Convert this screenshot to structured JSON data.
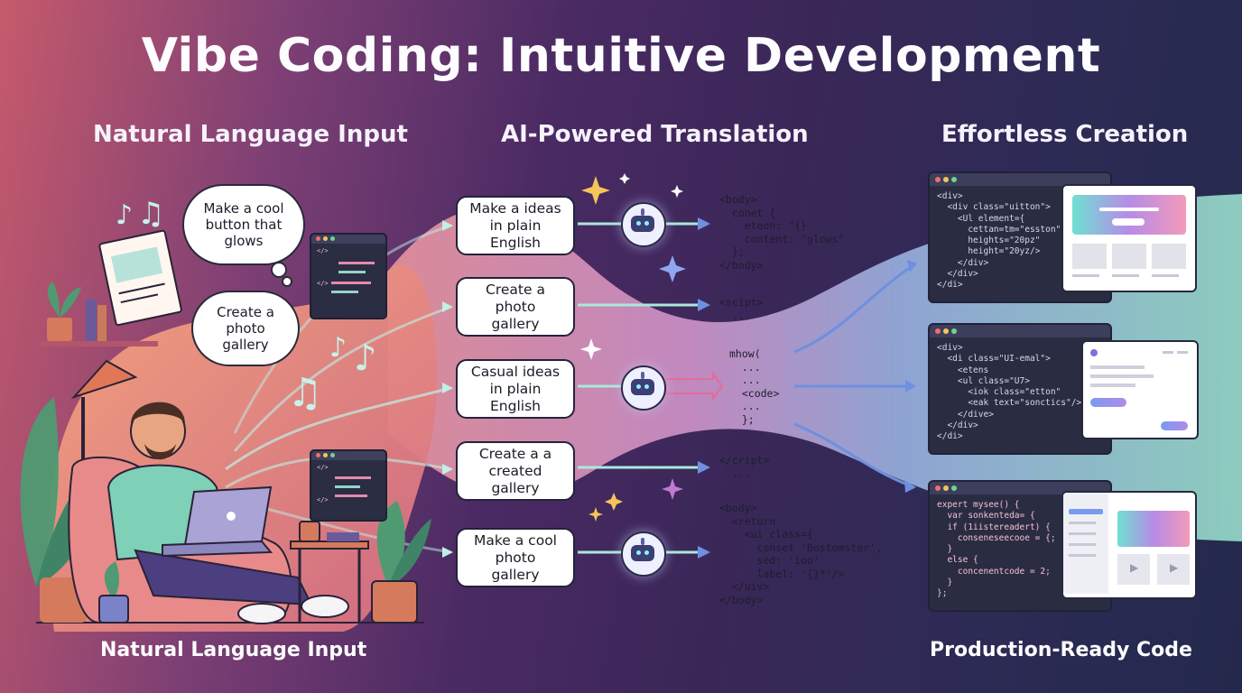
{
  "title": "Vibe Coding: Intuitive Development",
  "columns": {
    "left": "Natural Language Input",
    "middle": "AI-Powered Translation",
    "right": "Effortless Creation"
  },
  "thought_bubbles": [
    "Make a cool button that glows",
    "Create a photo gallery"
  ],
  "prompt_cards": [
    "Make a ideas in plain English",
    "Create a photo gallery",
    "Casual ideas in plain English",
    "Create a a created gallery",
    "Make a cool photo gallery"
  ],
  "code_snippets": {
    "body_glow": "<body>\n  conet {\n    eteon: \"{}\n    content: \"glows\"\n  };\n</body>",
    "script_open": "<scipt>\n  ...",
    "show_code": "mhow(\n  ...\n  ...\n  <code>\n  ...\n  };",
    "script_close": "</cript>\n  ...",
    "body_return": "<body>\n  <return\n    <ui class={\n      conset 'Bostomster',\n      sed: 'ioo'\n      label: '{}*'/>\n  </uiv>\n</body>"
  },
  "mini_windows": {
    "upper": "</>\n\n\n\n</>",
    "lower": "</>\n\n\n\n</>"
  },
  "output_windows": [
    {
      "code": "<div>\n  <div class=\"uitton\">\n    <Ul element={\n      cettan=tm=\"esston\"\n      heights=\"20pz\"\n      height=\"20yz/>\n    </div>\n  </div>\n</di>"
    },
    {
      "code": "<div>\n  <di class=\"UI-emal\">\n    <etens\n    <ul class=\"U7>\n      <iok class=\"etton\"\n      <eak text=\"sonctics\"/>\n    </dive>\n  </div>\n</di>"
    },
    {
      "code": "expert mysee() {\n  var sonkenteda= {\n  if (1iistereadert) {\n    conseneseecooe = {;\n  }\n  else {\n    concenentcode = 2;\n  }\n};"
    }
  ],
  "bottom_labels": {
    "left": "Natural Language Input",
    "right": "Production-Ready Code"
  },
  "colors": {
    "accent_teal": "#9fe6cf",
    "accent_blue": "#6f8fe0",
    "accent_pink": "#f0a0b6",
    "star_gold": "#f5c45a"
  }
}
